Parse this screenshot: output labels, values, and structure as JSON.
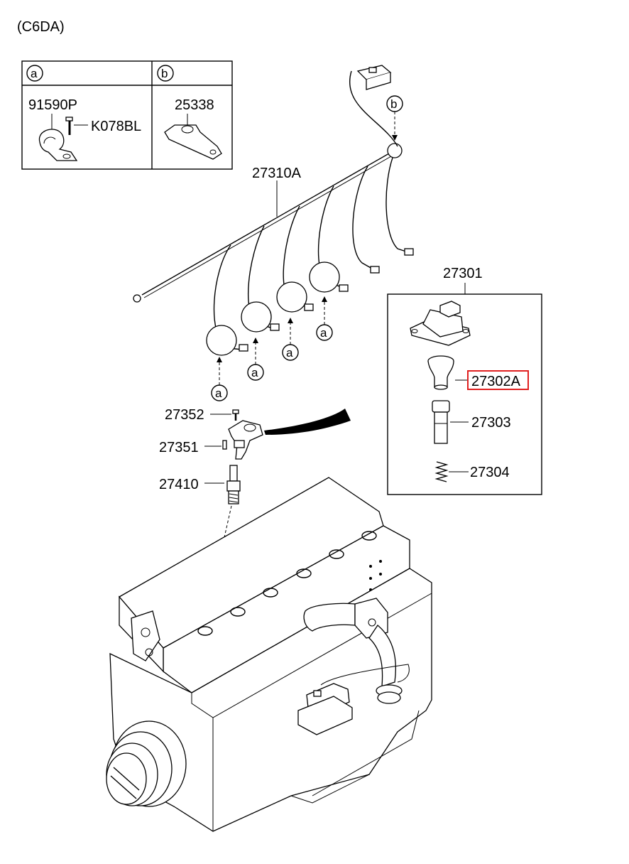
{
  "diagram": {
    "engine_code": "(C6DA)",
    "detail_a": {
      "marker": "a",
      "parts": [
        "91590P",
        "K078BL"
      ]
    },
    "detail_b": {
      "marker": "b",
      "parts": [
        "25338"
      ]
    },
    "callouts": {
      "harness": "27310A",
      "coil_assy": "27301",
      "coil_highlighted": "27302A",
      "rod": "27303",
      "spring": "27304",
      "bolt": "27352",
      "pin": "27351",
      "spark_plug": "27410"
    },
    "markers": {
      "a": "a",
      "b": "b"
    },
    "highlight_color": "#e02020"
  }
}
